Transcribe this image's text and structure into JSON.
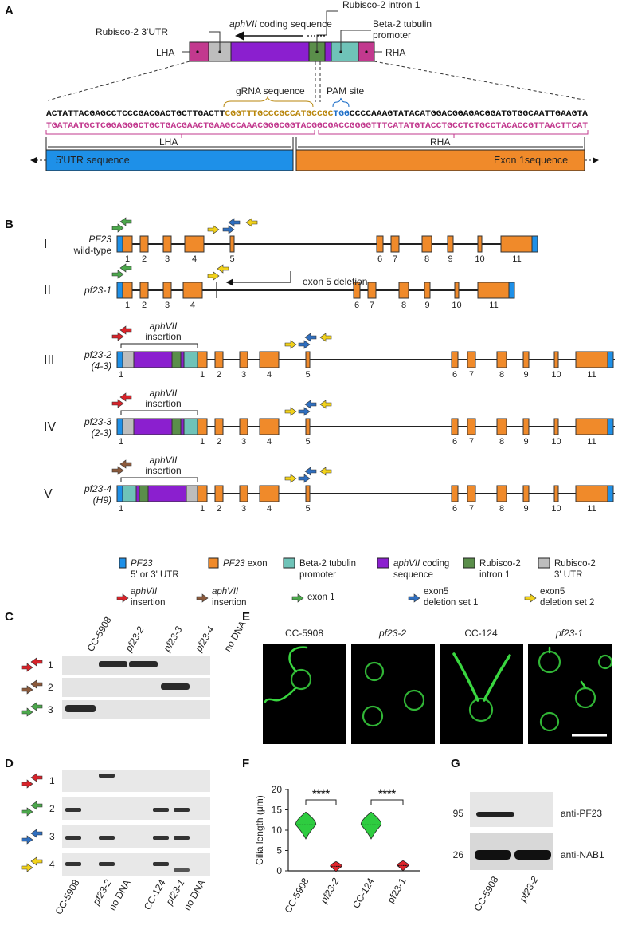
{
  "panels": {
    "A": "A",
    "B": "B",
    "C": "C",
    "D": "D",
    "E": "E",
    "F": "F",
    "G": "G"
  },
  "panel_a": {
    "rubisco_3utr": "Rubisco-2 3'UTR",
    "aphvii_italic": "aphVII",
    "aphvii_rest": " coding sequence",
    "rubisco_intron": "Rubisco-2 intron 1",
    "beta2_line1": "Beta-2 tubulin",
    "beta2_line2": "promoter",
    "lha": "LHA",
    "rha": "RHA",
    "grna": "gRNA sequence",
    "pam": "PAM site",
    "seq_top_a": "ACTATTACGAGCCTCCCGACGACTGCTTGACTT",
    "seq_top_grna": "CGGTTTGCCCGCCATGCCGC",
    "seq_top_pam": "TGG",
    "seq_top_b": "CCCCAAAGTATACATGGACGGAGACGGATGTGGCAATTGAAGTA",
    "seq_bottom": "TGATAATGCTCGGAGGGCTGCTGACGAACTGAAGCCAAACGGGCGGTACGGCGACCGGGGTTTCATATGTACCTGCCTCTGCCTACACCGTTAACTTCAT",
    "lha_bar": "LHA",
    "rha_bar": "RHA",
    "utr_box": "5'UTR sequence",
    "exon_box": "Exon 1sequence"
  },
  "panel_b": {
    "rows": [
      {
        "roman": "I",
        "name": "PF23",
        "name2": "wild-type"
      },
      {
        "roman": "II",
        "name": "pf23-1",
        "name2": ""
      },
      {
        "roman": "III",
        "name": "pf23-2",
        "name2": "(4-3)"
      },
      {
        "roman": "IV",
        "name": "pf23-3",
        "name2": "(2-3)"
      },
      {
        "roman": "V",
        "name": "pf23-4",
        "name2": "(H9)"
      }
    ],
    "exon5_deletion": "exon 5 deletion",
    "insertion_italic": "aphVII",
    "insertion_rest": "insertion",
    "exon_numbers": [
      "1",
      "2",
      "3",
      "4",
      "5",
      "6",
      "7",
      "8",
      "9",
      "10",
      "11"
    ],
    "legend": {
      "utr_a": "PF23",
      "utr_b": "5' or 3' UTR",
      "exon_a": "PF23",
      "exon_b": " exon",
      "beta2_a": "Beta-2 tubulin",
      "beta2_b": "promoter",
      "aph_a": "aphVII",
      "aph_b": " coding",
      "aph_c": "sequence",
      "intron_a": "Rubisco-2",
      "intron_b": "intron 1",
      "utr3_a": "Rubisco-2",
      "utr3_b": "3' UTR",
      "red_a": "aphVII",
      "red_b": "insertion",
      "brown_a": "aphVII",
      "brown_b": "insertion",
      "green": "exon 1",
      "blue_a": "exon5",
      "blue_b": "deletion set 1",
      "yellow_a": "exon5",
      "yellow_b": "deletion set 2"
    }
  },
  "panel_c": {
    "lanes": [
      "CC-5908",
      "pf23-2",
      "pf23-3",
      "pf23-4",
      "no DNA"
    ],
    "rows": [
      "1",
      "2",
      "3"
    ]
  },
  "panel_d": {
    "lanes": [
      "CC-5908",
      "pf23-2",
      "no DNA",
      "CC-124",
      "pf23-1",
      "no DNA"
    ],
    "rows": [
      "1",
      "2",
      "3",
      "4"
    ]
  },
  "panel_e": {
    "labels": [
      "CC-5908",
      "pf23-2",
      "CC-124",
      "pf23-1"
    ]
  },
  "panel_g": {
    "mw": [
      "95",
      "26"
    ],
    "antibodies": [
      "anti-PF23",
      "anti-NAB1"
    ],
    "lanes": [
      "CC-5908",
      "pf23-2"
    ]
  },
  "colors": {
    "exon": "#F08A2A",
    "utr": "#1E90E8",
    "purple": "#8B1FCF",
    "beta2": "#6FC3B8",
    "intron": "#5A8E4A",
    "rubisco3": "#BDBDBD",
    "lha": "#C2398E",
    "red": "#D9232A",
    "brown": "#8B5A3C",
    "green": "#4CA84C",
    "blue": "#2F6FC0",
    "yellow": "#F2D21B",
    "grna": "#B8860B",
    "pam": "#1E6FC8",
    "seq_bottom": "#C2398E"
  },
  "chart_data": {
    "type": "violin",
    "ylabel": "Cilia length (μm)",
    "ylim": [
      0,
      20
    ],
    "yticks": [
      0,
      5,
      10,
      15,
      20
    ],
    "categories": [
      "CC-5908",
      "pf23-2",
      "CC-124",
      "pf23-1"
    ],
    "values": [
      11.3,
      1.1,
      11.3,
      1.3
    ],
    "significance": [
      {
        "pair": [
          0,
          1
        ],
        "label": "****"
      },
      {
        "pair": [
          2,
          3
        ],
        "label": "****"
      }
    ]
  }
}
